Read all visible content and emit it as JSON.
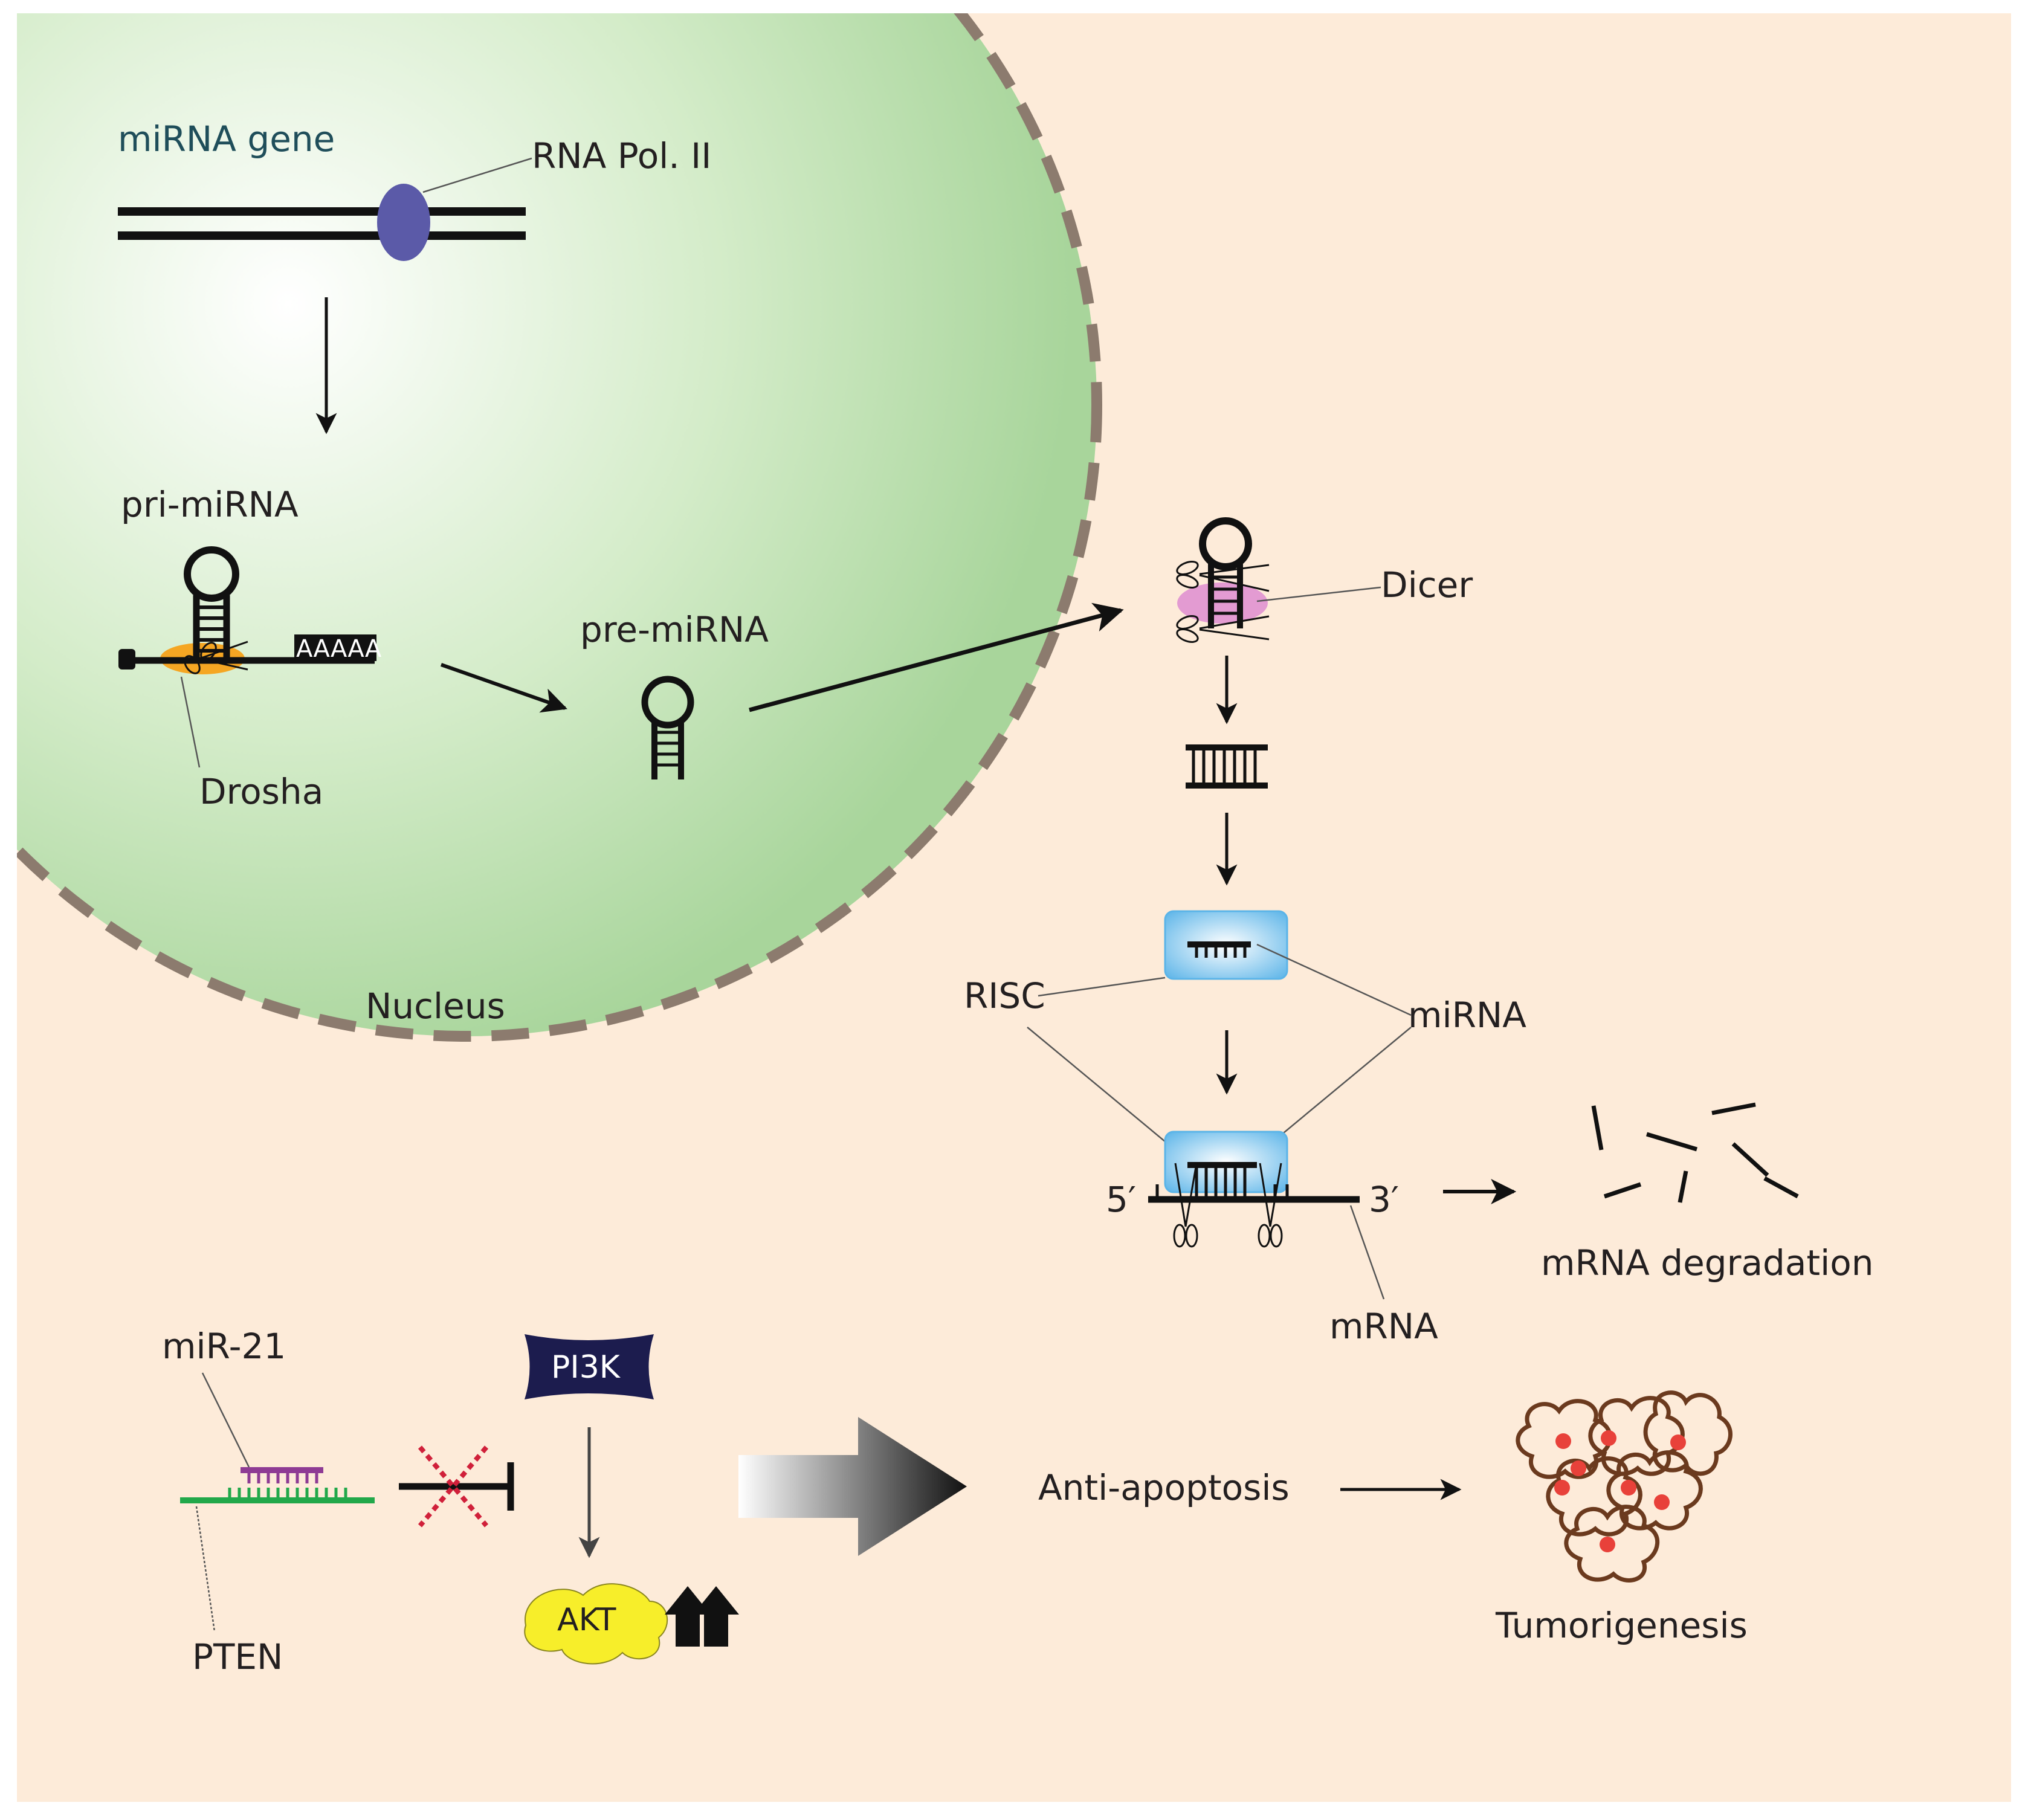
{
  "labels": {
    "mirna_gene": "miRNA gene",
    "rna_pol": "RNA Pol. II",
    "pri_mirna": "pri-miRNA",
    "polya": "AAAAA",
    "drosha": "Drosha",
    "pre_mirna": "pre-miRNA",
    "dicer": "Dicer",
    "nucleus": "Nucleus",
    "risc": "RISC",
    "mirna": "miRNA",
    "five_prime": "5′",
    "three_prime": "3′",
    "mrna": "mRNA",
    "mrna_degradation": "mRNA degradation",
    "mir21": "miR-21",
    "pten": "PTEN",
    "pi3k": "PI3K",
    "akt": "AKT",
    "anti_apoptosis": "Anti-apoptosis",
    "tumorigenesis": "Tumorigenesis"
  },
  "colors": {
    "cytoplasm": "#fdebd9",
    "nucleus_edge": "#a8d59b",
    "nucleus_center": "#ffffff",
    "nucleus_border": "#8c7b6e",
    "rna_pol": "#5b5aa8",
    "drosha": "#f5a623",
    "dicer": "#e39bd2",
    "risc": "#5bb4e8",
    "mir21": "#8e3b94",
    "pten": "#22a84a",
    "pi3k": "#1c1c4e",
    "akt": "#f7ee2a",
    "inhibit_x": "#d0203a",
    "cell_outline": "#6b3a1e",
    "cell_nucleus": "#e8413a"
  }
}
